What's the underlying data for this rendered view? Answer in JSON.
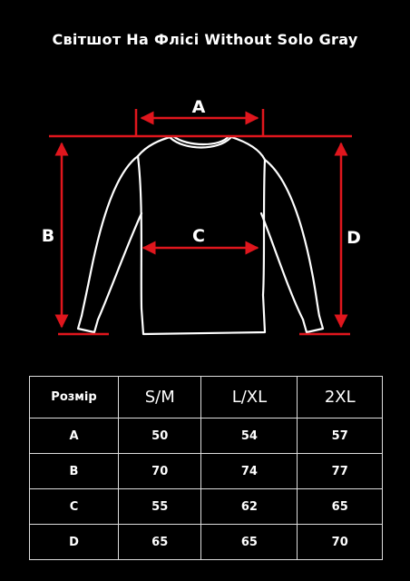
{
  "title": "Світшот На Флісі Without Solo Gray",
  "colors": {
    "background": "#000000",
    "measure_line": "#e0161d",
    "outline": "#ffffff"
  },
  "measure_labels": {
    "a": "A",
    "b": "B",
    "c": "C",
    "d": "D"
  },
  "table": {
    "header": {
      "label": "Розмір",
      "sizes": [
        "S/M",
        "L/XL",
        "2XL"
      ]
    },
    "rows": [
      {
        "label": "A",
        "values": [
          "50",
          "54",
          "57"
        ]
      },
      {
        "label": "B",
        "values": [
          "70",
          "74",
          "77"
        ]
      },
      {
        "label": "C",
        "values": [
          "55",
          "62",
          "65"
        ]
      },
      {
        "label": "D",
        "values": [
          "65",
          "65",
          "70"
        ]
      }
    ]
  }
}
